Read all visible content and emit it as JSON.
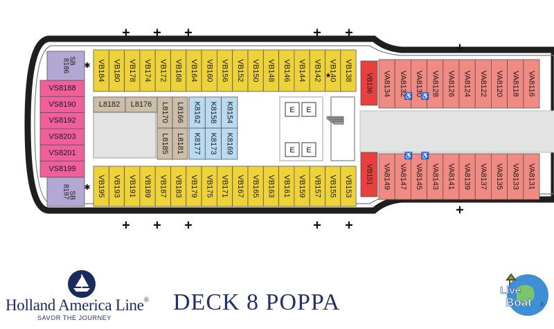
{
  "colors": {
    "verandah": "#eed23a",
    "oceanview": "#f08a82",
    "suite_pink": "#ef5f9b",
    "suite_purple": "#b3a8d4",
    "lanai": "#ccbfa9",
    "interior": "#b9daf0",
    "red_accent": "#e8403e",
    "hull": "#1e1e1e",
    "corridor": "#e3e3e3",
    "brand": "#1b2a5c"
  },
  "cabins": {
    "top_verandah": [
      "VB184",
      "VB180",
      "VB178",
      "VB174",
      "VB172",
      "VB168",
      "VB164",
      "VB160",
      "VB156",
      "VB152",
      "VB150",
      "VB148",
      "VB146",
      "VB144",
      "VB142",
      "VB140",
      "VB138"
    ],
    "bottom_verandah": [
      "VB195",
      "VB193",
      "VB191",
      "VB189",
      "VB187",
      "VB183",
      "VB179",
      "VB175",
      "VB171",
      "VB167",
      "VB165",
      "VB163",
      "VB161",
      "VB159",
      "VB157",
      "VB155",
      "VB153"
    ],
    "top_fwd": [
      "VA8134",
      "VA8132",
      "VA8130",
      "VA8128",
      "VA8126",
      "VA8124",
      "VA8122",
      "VA8120",
      "VA8118",
      "VA8116"
    ],
    "bottom_fwd": [
      "VA8149",
      "VA8147",
      "VA8145",
      "VA8143",
      "VA8141",
      "VA8139",
      "VA8137",
      "VA8135",
      "VA8133",
      "VA8131"
    ],
    "red_top": "VB136",
    "red_bottom": "VB151",
    "stern_suites": [
      "VS8188",
      "VS8190",
      "VS8192",
      "VS8203",
      "VS8201",
      "VS8199"
    ],
    "stern_top": [
      "8186",
      "SB"
    ],
    "stern_bottom": [
      "8197",
      "SB"
    ],
    "lanai_horizontal": [
      "L8182",
      "L8176"
    ],
    "lanai_vertical_a": [
      "L8170",
      "L8185"
    ],
    "lanai_vertical_b": [
      "L8166",
      "L8181"
    ],
    "interior_top": [
      "K8162",
      "K8158",
      "K8154"
    ],
    "interior_bottom": [
      "K8177",
      "K8173",
      "K8169"
    ]
  },
  "plus_sign": "+",
  "elevator_label": "E",
  "brand": {
    "name": "Holland America Line",
    "registered": "®",
    "tagline": "SAVOR THE JOURNEY"
  },
  "deck_title": "DECK  8  POPPA",
  "watermark": {
    "line1": "Live",
    "line2": "Boat",
    "suffix": ".it"
  }
}
